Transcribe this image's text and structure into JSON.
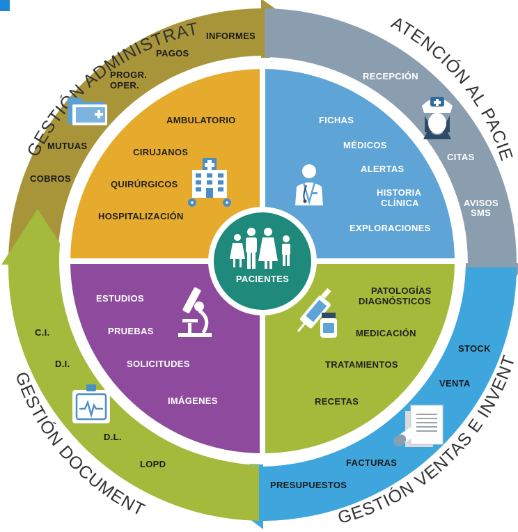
{
  "center": {
    "label": "PACIENTES"
  },
  "outer_labels": {
    "admin": "GESTIÓN ADMINISTRATIVA",
    "atencion": "ATENCIÓN AL PACIENTE",
    "ventas": "GESTIÓN VENTAS E INVENTARIO",
    "documental": "GESTIÓN DOCUMENTAL"
  },
  "ring": {
    "admin": [
      "INFORMES",
      "PAGOS",
      "PROGR.",
      "OPER.",
      "MUTUAS",
      "COBROS"
    ],
    "atencion": [
      "RECEPCIÓN",
      "CITAS",
      "AVISOS",
      "SMS"
    ],
    "ventas": [
      "STOCK",
      "VENTA",
      "FACTURAS",
      "PRESUPUESTOS"
    ],
    "documental": [
      "C.I.",
      "D.I.",
      "D.L.",
      "LOPD"
    ]
  },
  "quadrants": {
    "orange": [
      "AMBULATORIO",
      "CIRUJANOS",
      "QUIRÚRGICOS",
      "HOSPITALIZACIÓN"
    ],
    "blue": [
      "FICHAS",
      "MÉDICOS",
      "ALERTAS",
      "HISTORIA",
      "CLÍNICA",
      "EXPLORACIONES"
    ],
    "green": [
      "PATOLOGÍAS",
      "DIAGNÓSTICOS",
      "MEDICACIÓN",
      "TRATAMIENTOS",
      "RECETAS"
    ],
    "purple": [
      "ESTUDIOS",
      "PRUEBAS",
      "SOLICITUDES",
      "IMÁGENES"
    ]
  },
  "icons": [
    "folder-icon",
    "nurse-icon",
    "hospital-icon",
    "doctor-icon",
    "microscope-icon",
    "syringe-icon",
    "documents-pills-icon",
    "clipboard-ecg-icon",
    "family-icon"
  ],
  "colors": {
    "admin": "#a8953a",
    "atencion": "#8a9eaf",
    "ventas": "#3ea6dc",
    "documental": "#a3ba3c",
    "orange": "#e6ab2c",
    "blue": "#5ea4d6",
    "green": "#a5ba3a",
    "purple": "#8e4b9e",
    "center": "#1f8a7c"
  }
}
